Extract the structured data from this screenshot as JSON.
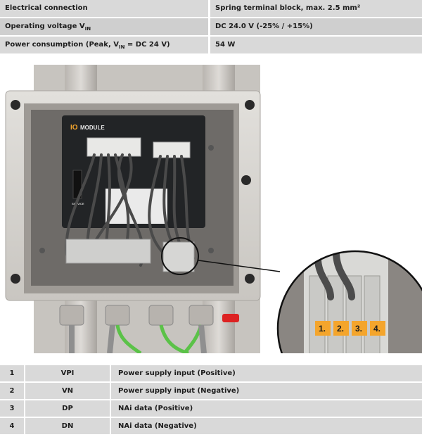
{
  "specs": [
    {
      "label": "Electrical connection",
      "value": "Spring terminal block, max. 2.5 mm²"
    },
    {
      "label": "Operating voltage V_IN",
      "value": "DC 24.0 V (-25% / +15%)"
    },
    {
      "label": "Power consumption (Peak, V_IN = DC 24 V)",
      "value": "54 W"
    }
  ],
  "photo": {
    "module_brand": "IO",
    "module_text": "MODULE",
    "service_label": "SERVICE",
    "callout_numbers": [
      "1.",
      "2.",
      "3.",
      "4."
    ]
  },
  "pins": [
    {
      "num": "1",
      "signal": "VPI",
      "desc": "Power supply input (Positive)"
    },
    {
      "num": "2",
      "signal": "VN",
      "desc": "Power supply input (Negative)"
    },
    {
      "num": "3",
      "signal": "DP",
      "desc": "NAi data (Positive)"
    },
    {
      "num": "4",
      "signal": "DN",
      "desc": "NAi data (Negative)"
    }
  ],
  "colors": {
    "callout_orange": "#f4a52c",
    "cable_green": "#5bc248",
    "enclosure_grey": "#d6d4d0"
  }
}
